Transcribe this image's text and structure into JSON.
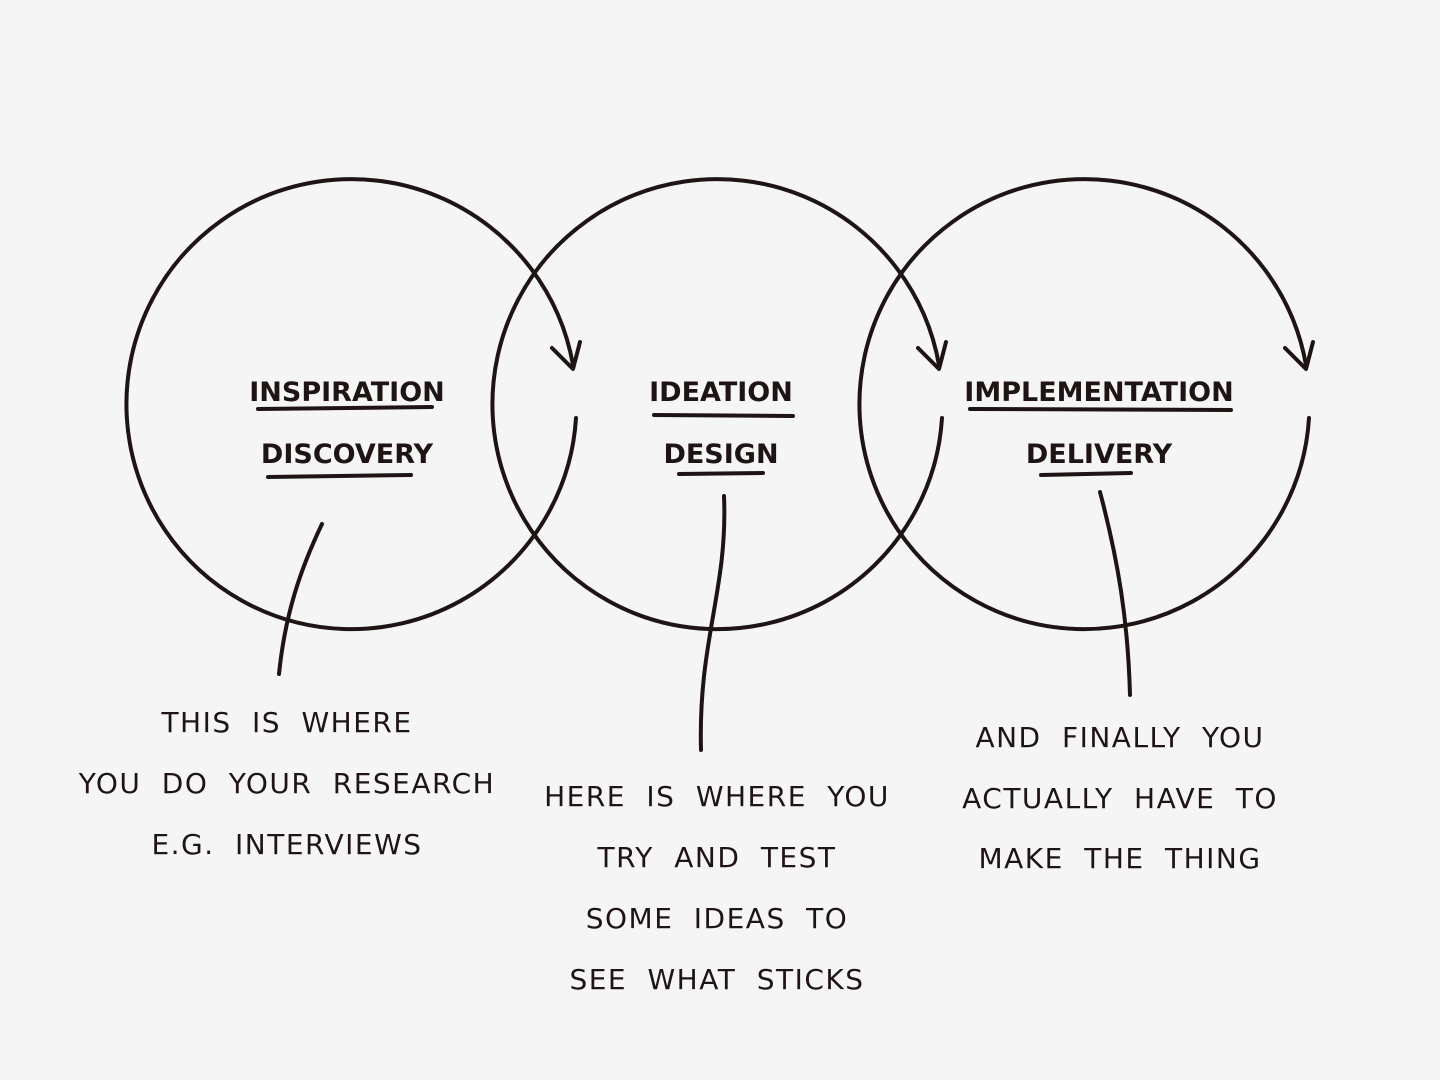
{
  "stages": [
    {
      "title": "INSPIRATION",
      "subtitle": "DISCOVERY"
    },
    {
      "title": "IDEATION",
      "subtitle": "DESIGN"
    },
    {
      "title": "IMPLEMENTATION",
      "subtitle": "DELIVERY"
    }
  ],
  "notes": [
    {
      "lines": [
        "THIS IS WHERE",
        "YOU DO YOUR RESEARCH",
        "E.G. INTERVIEWS"
      ]
    },
    {
      "lines": [
        "HERE IS WHERE YOU",
        "TRY AND TEST",
        "SOME IDEAS TO",
        "SEE WHAT STICKS"
      ]
    },
    {
      "lines": [
        "AND FINALLY YOU",
        "ACTUALLY HAVE TO",
        "MAKE THE THING"
      ]
    }
  ],
  "colors": {
    "background": "#f5f5f5",
    "ink": "#1e1414"
  }
}
